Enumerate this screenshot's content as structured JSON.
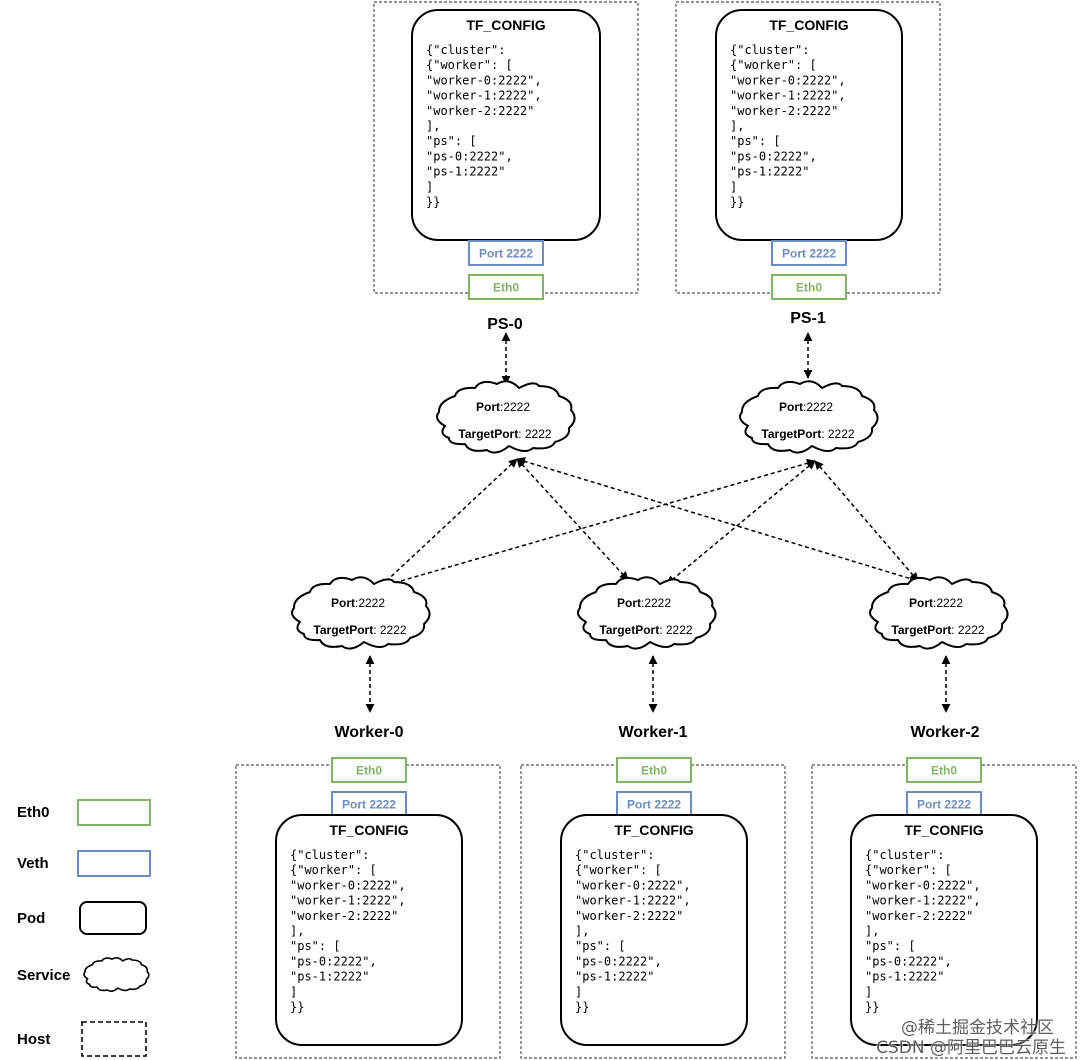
{
  "tf_config": {
    "title": "TF_CONFIG",
    "lines": [
      "{\"cluster\":",
      "  {\"worker\": [",
      "   \"worker-0:2222\",",
      "   \"worker-1:2222\",",
      "   \"worker-2:2222\"",
      "   ],",
      "   \"ps\": [",
      "   \"ps-0:2222\",",
      "   \"ps-1:2222\"",
      "   ]",
      "}}"
    ]
  },
  "port_box": {
    "label": "Port 2222"
  },
  "eth_box": {
    "label": "Eth0"
  },
  "service": {
    "port_key": "Port",
    "port_value": ":2222",
    "target_key": "TargetPort",
    "target_value": ": 2222"
  },
  "nodes": [
    {
      "label": "PS-0"
    },
    {
      "label": "PS-1"
    },
    {
      "label": "Worker-0"
    },
    {
      "label": "Worker-1"
    },
    {
      "label": "Worker-2"
    }
  ],
  "legend": [
    {
      "label": "Eth0",
      "shape": "eth"
    },
    {
      "label": "Veth",
      "shape": "veth"
    },
    {
      "label": "Pod",
      "shape": "pod"
    },
    {
      "label": "Service",
      "shape": "cloud"
    },
    {
      "label": "Host",
      "shape": "host"
    }
  ],
  "colors": {
    "eth_green": "#82b366",
    "veth_blue": "#6c8ebf",
    "port_text": "#6c8ebf",
    "eth_text": "#82b366",
    "stroke": "#000000",
    "host_border": "#555555"
  },
  "watermark": {
    "line1": "@稀土掘金技术社区",
    "line2": "CSDN @阿里巴巴云原生"
  }
}
